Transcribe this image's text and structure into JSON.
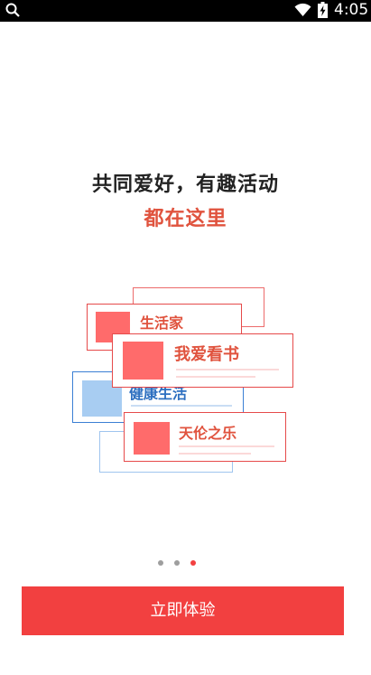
{
  "status_bar": {
    "time": "4:05",
    "icons": [
      "search-icon",
      "wifi-icon",
      "battery-charging-icon"
    ]
  },
  "onboarding": {
    "headline": "共同爱好，有趣活动",
    "subline": "都在这里",
    "cards": [
      {
        "label": "生活家"
      },
      {
        "label": "我爱看书"
      },
      {
        "label": "健康生活"
      },
      {
        "label": "天伦之乐"
      }
    ],
    "page_indicator": {
      "count": 3,
      "active_index": 2
    },
    "cta_label": "立即体验"
  },
  "colors": {
    "accent_red": "#f24040",
    "headline_text": "#222222",
    "subline_text": "#e0533e",
    "card_red": "#ff6b6b",
    "card_red_border": "#e64a4a",
    "card_blue": "#a8cdf2",
    "card_blue_border": "#3b7fd4",
    "dot_inactive": "#9e9e9e",
    "dot_active": "#f24040"
  }
}
